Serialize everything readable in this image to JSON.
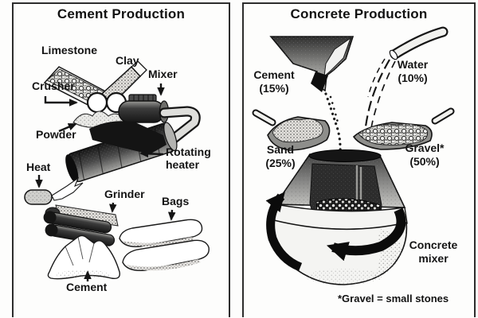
{
  "colors": {
    "ink": "#161616",
    "paper": "#ffffff",
    "panel_border": "#2d2d2d"
  },
  "left_panel": {
    "title": "Cement Production",
    "labels": {
      "limestone": "Limestone",
      "clay": "Clay",
      "crusher": "Crusher",
      "mixer": "Mixer",
      "powder": "Powder",
      "heat": "Heat",
      "rotating_heater": "Rotating heater",
      "grinder": "Grinder",
      "bags": "Bags",
      "cement": "Cement"
    }
  },
  "right_panel": {
    "title": "Concrete Production",
    "labels": {
      "cement": "Cement",
      "cement_pct": "(15%)",
      "water": "Water",
      "water_pct": "(10%)",
      "sand": "Sand",
      "sand_pct": "(25%)",
      "gravel": "Gravel*",
      "gravel_pct": "(50%)",
      "concrete_mixer": "Concrete mixer"
    },
    "footnote": "*Gravel = small stones"
  }
}
